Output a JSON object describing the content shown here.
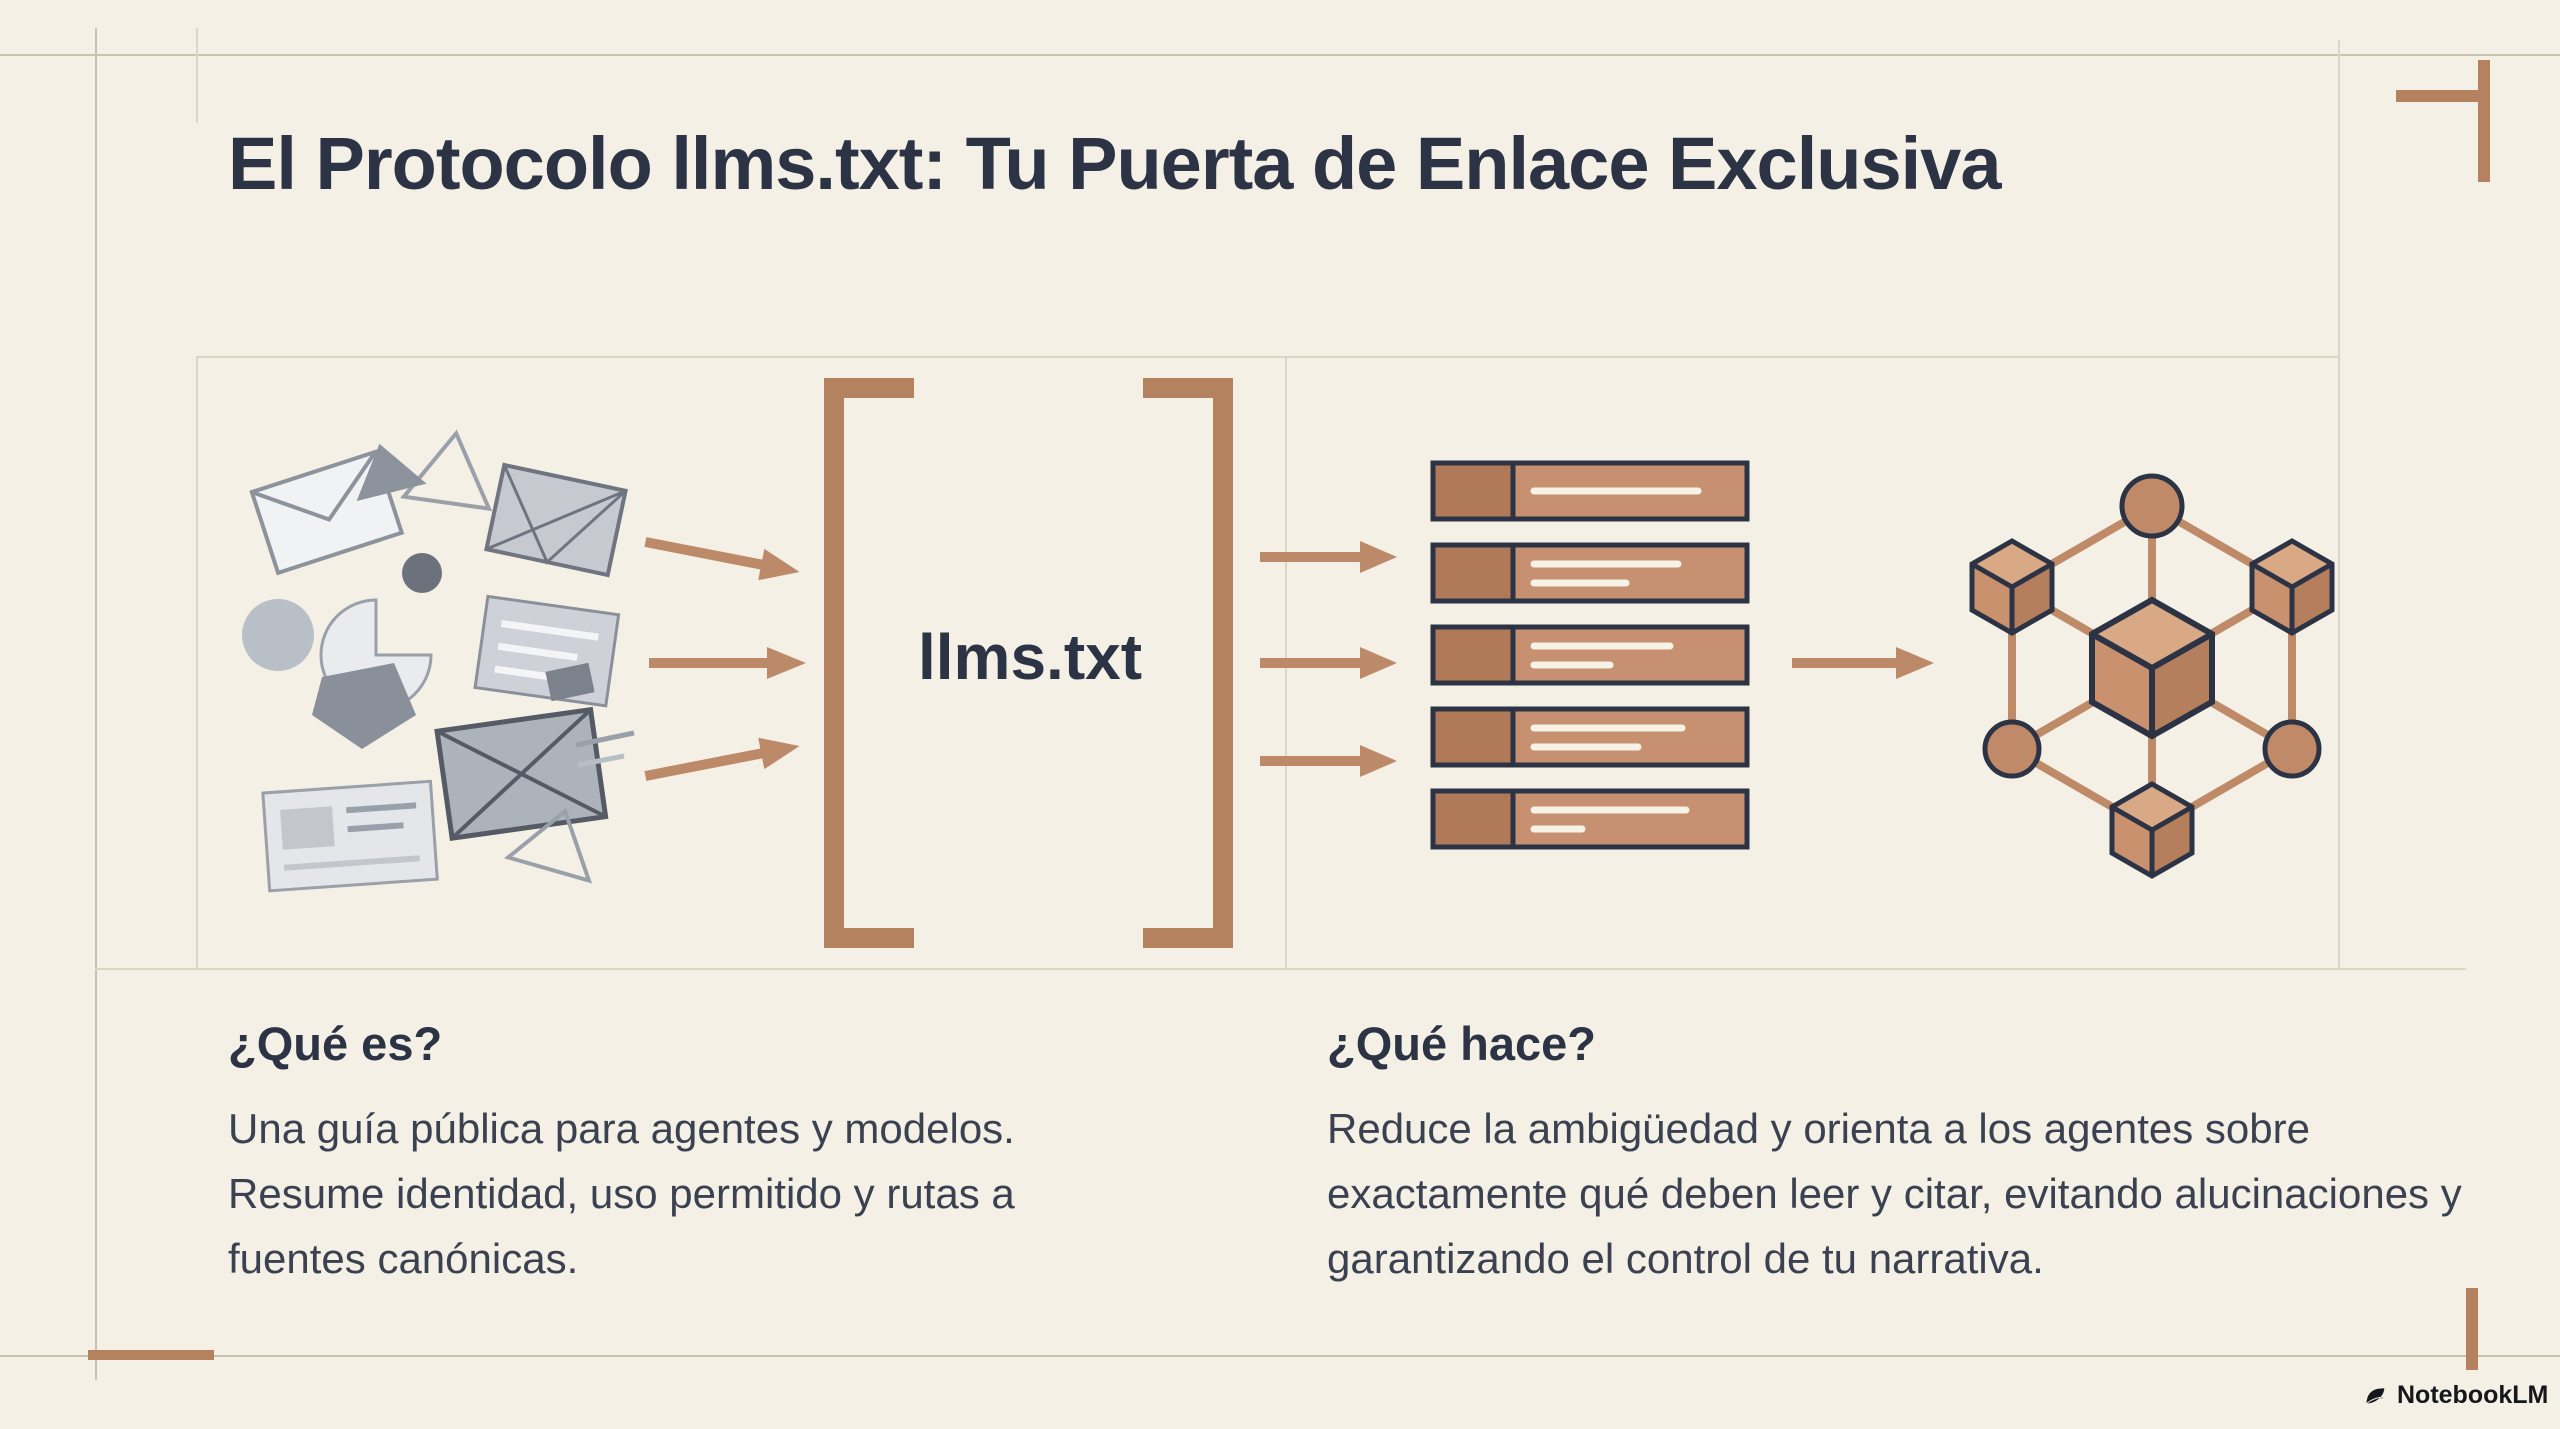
{
  "colors": {
    "background": "#f4f0e5",
    "accent_copper": "#bd8a69",
    "ink_navy": "#2b3344",
    "body_text": "#3a4150",
    "icon_gray": "#9aa0aa"
  },
  "header": {
    "title": "El Protocolo llms.txt: Tu Puerta de Enlace Exclusiva"
  },
  "diagram": {
    "gateway_label": "llms.txt",
    "icons": [
      "unstructured-content-icon",
      "bracket-left-icon",
      "bracket-right-icon",
      "arrow-right-icon",
      "document-list-icon",
      "knowledge-graph-icon"
    ]
  },
  "sections": {
    "what_is": {
      "heading": "¿Qué es?",
      "body": "Una guía pública para agentes y modelos. Resume identidad, uso permitido y rutas a fuentes canónicas."
    },
    "what_does": {
      "heading": "¿Qué hace?",
      "body": "Reduce la ambigüedad y orienta a los agentes sobre exactamente qué deben leer y citar, evitando alucinaciones y garantizando el control de tu narrativa."
    }
  },
  "footer": {
    "brand": "NotebookLM"
  }
}
